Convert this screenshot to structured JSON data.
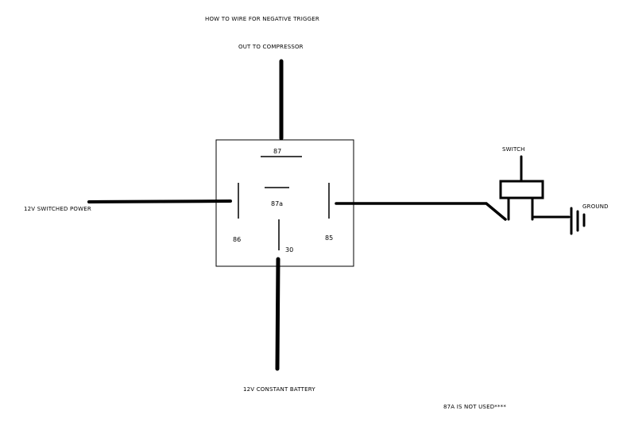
{
  "title": "HOW TO WIRE FOR NEGATIVE TRIGGER",
  "labels": {
    "out_to_compressor": "OUT TO COMPRESSOR",
    "switched_power": "12V SWITCHED POWER",
    "constant_battery": "12V CONSTANT BATTERY",
    "switch": "SWITCH",
    "ground": "GROUND",
    "note": "87A IS NOT USED****"
  },
  "pins": {
    "p87": "87",
    "p87a": "87a",
    "p86": "86",
    "p85": "85",
    "p30": "30"
  }
}
